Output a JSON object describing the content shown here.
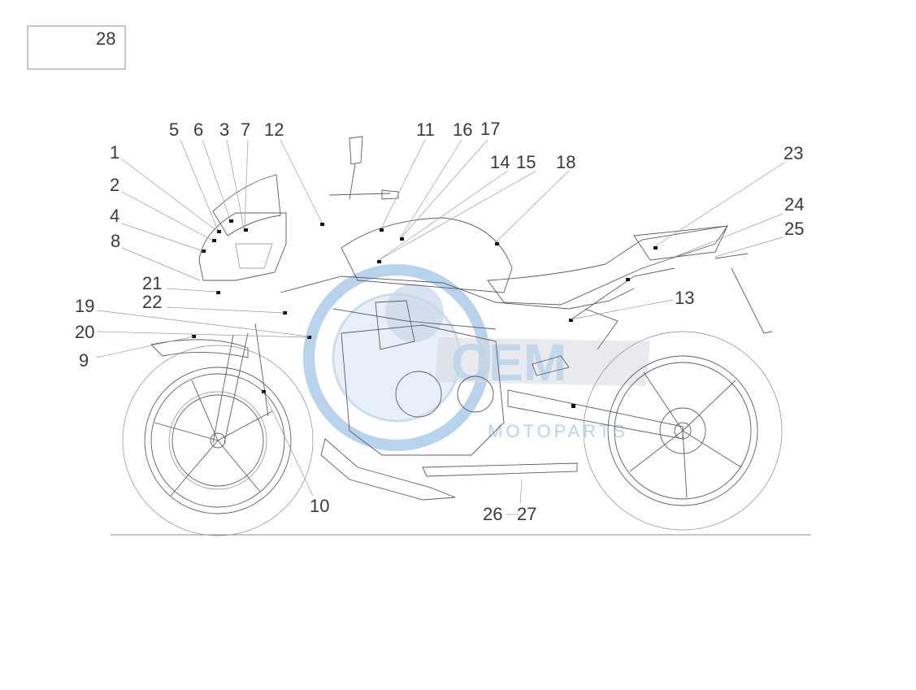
{
  "inset_box": {
    "label": "28"
  },
  "callouts": [
    "1",
    "2",
    "4",
    "8",
    "5",
    "6",
    "3",
    "7",
    "12",
    "11",
    "16",
    "17",
    "14",
    "15",
    "18",
    "23",
    "24",
    "25",
    "21",
    "22",
    "19",
    "20",
    "9",
    "13",
    "10",
    "26",
    "27"
  ],
  "watermark": {
    "brand": "CEM",
    "text": "MOTOPARTS",
    "color": "#9fc6e6"
  },
  "colors": {
    "line": "#5d5d5d",
    "label": "#3a3a3a",
    "marker": "#111111"
  }
}
